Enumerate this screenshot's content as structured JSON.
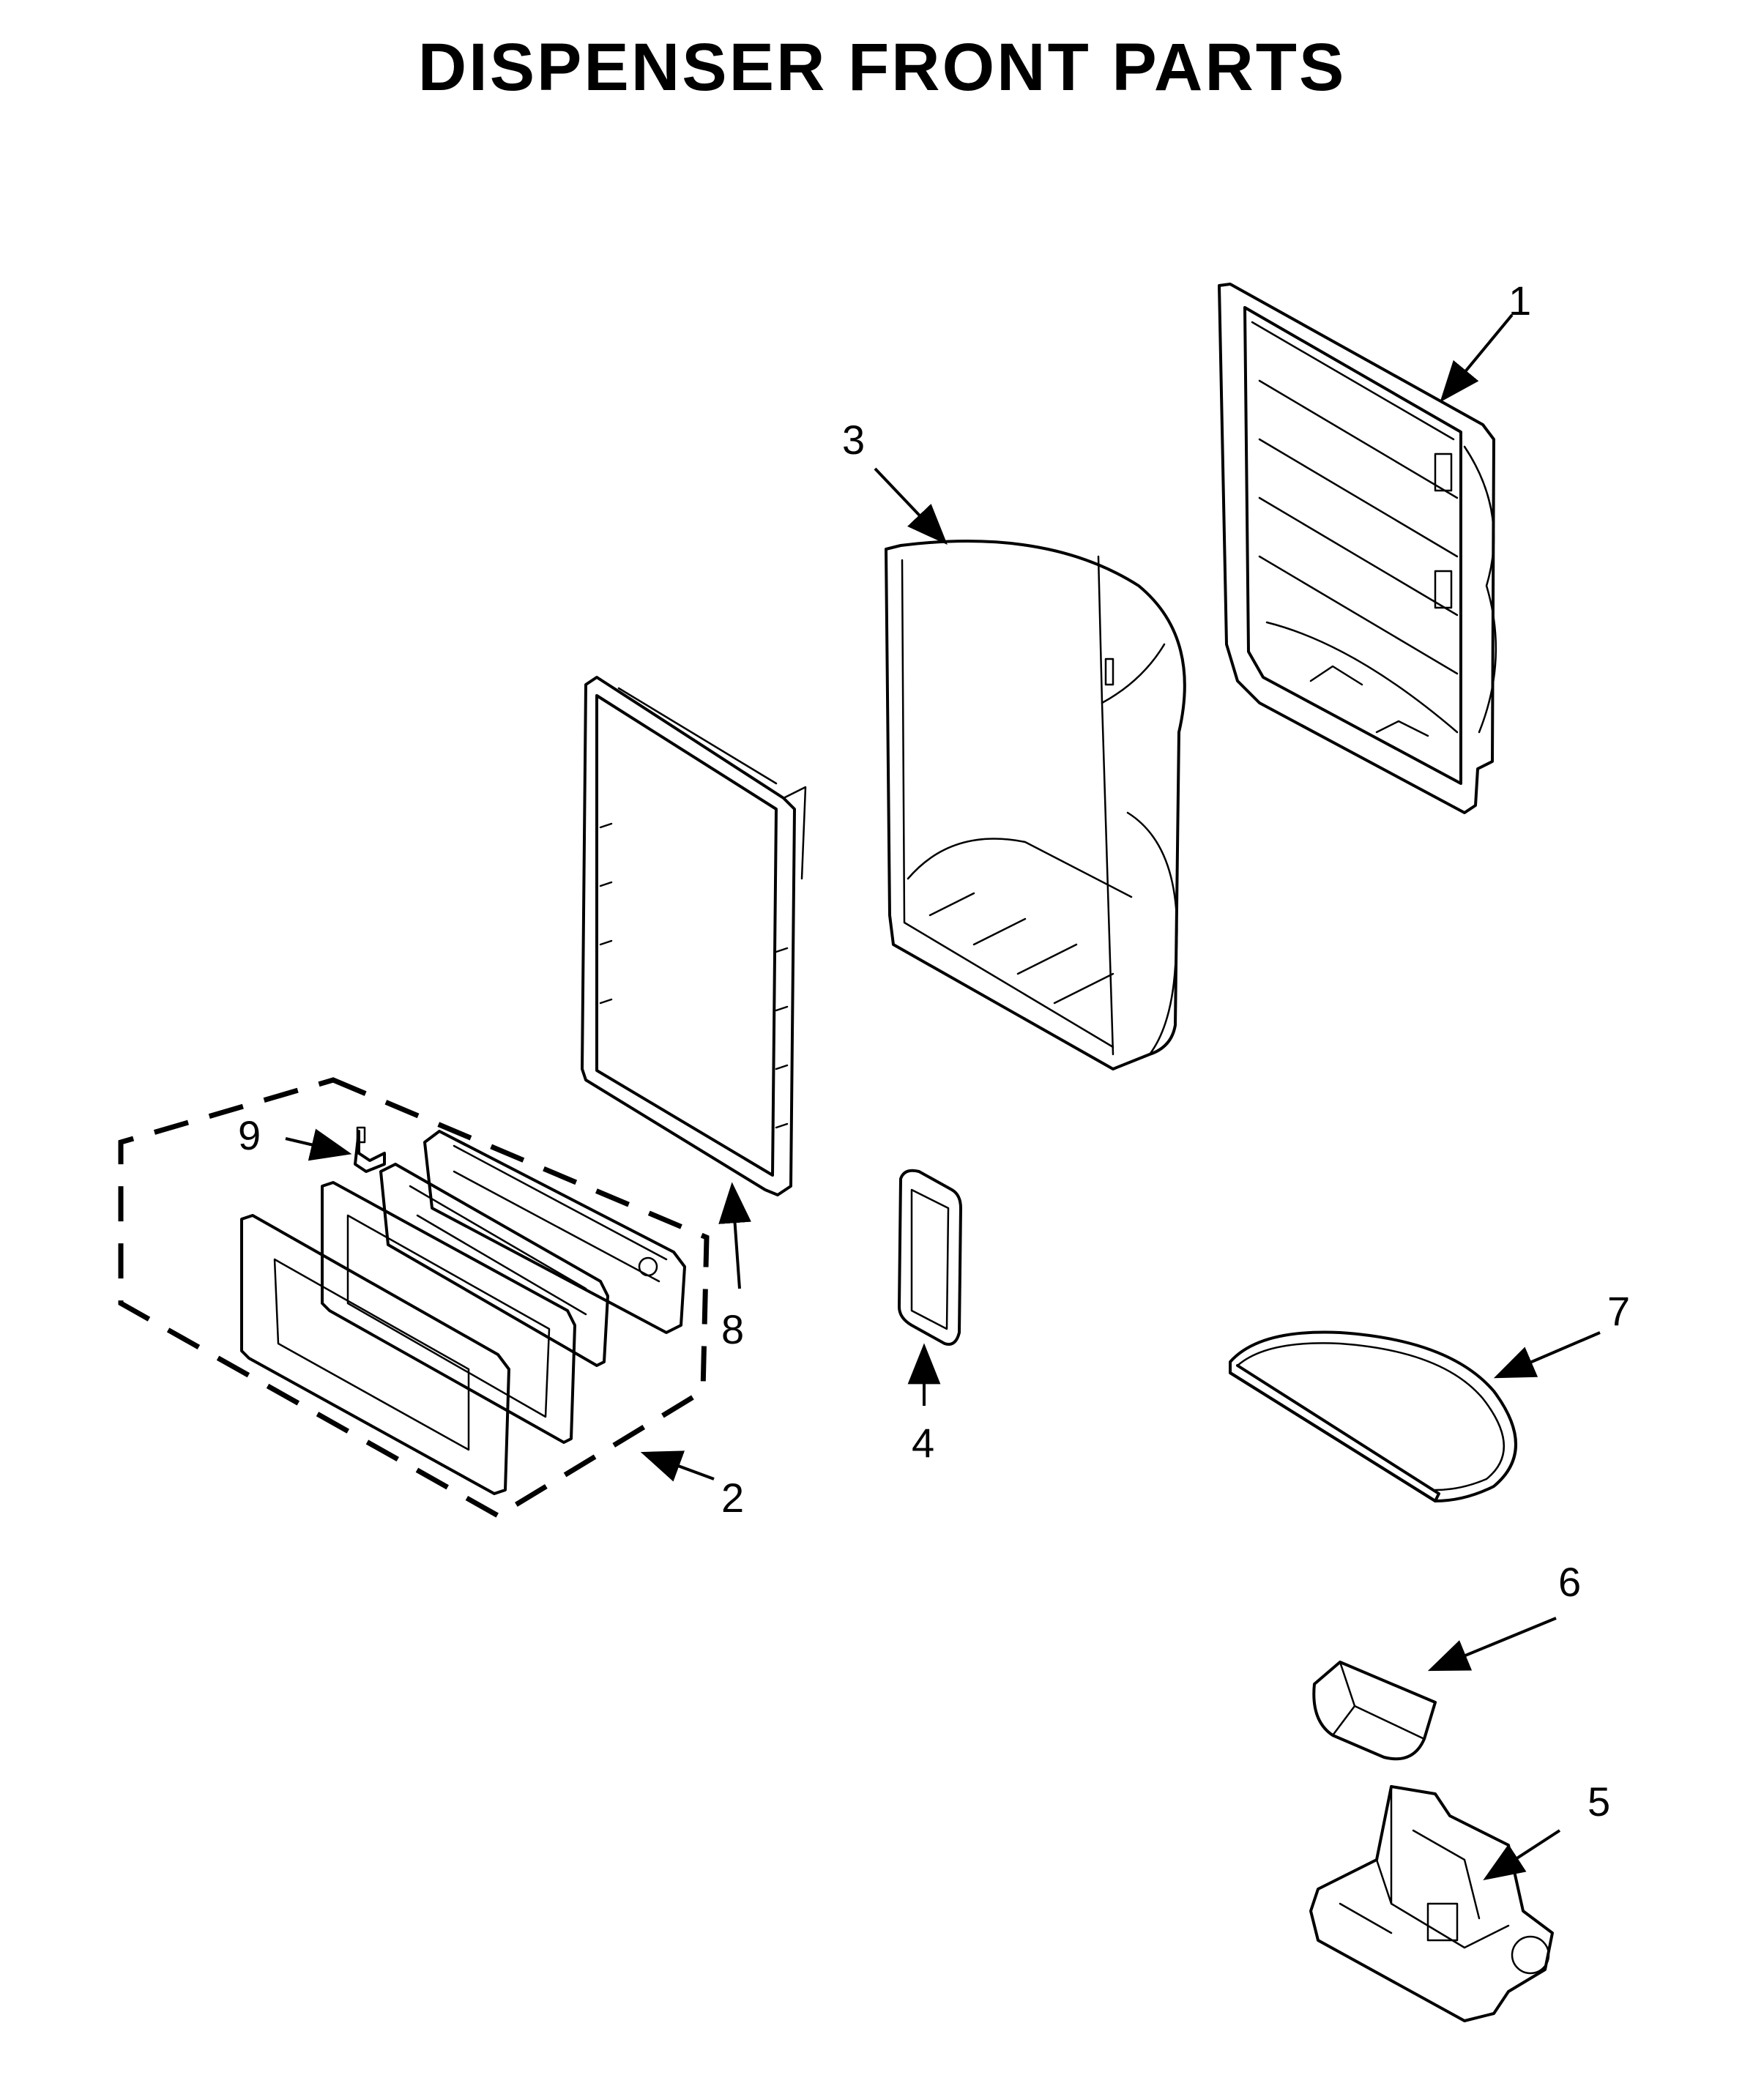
{
  "title": "DISPENSER FRONT PARTS",
  "callouts": {
    "c1": "1",
    "c2": "2",
    "c3": "3",
    "c4": "4",
    "c5": "5",
    "c6": "6",
    "c7": "7",
    "c8": "8",
    "c9": "9"
  }
}
